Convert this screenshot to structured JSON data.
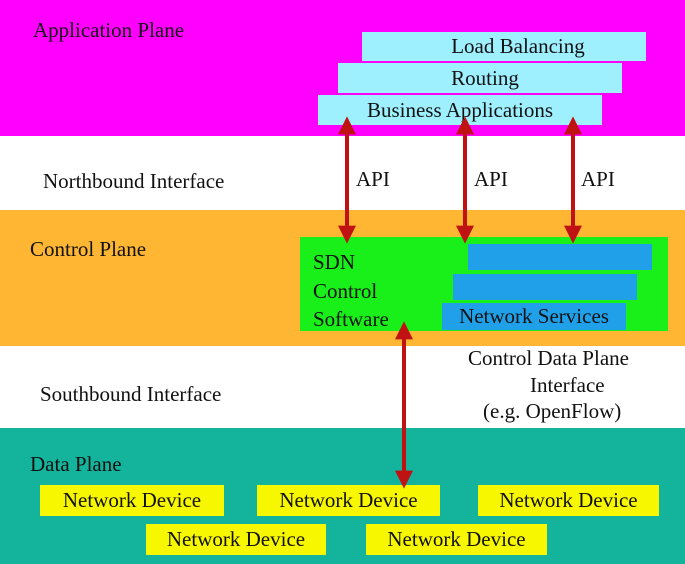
{
  "colors": {
    "application_plane": "#ff00ff",
    "control_plane": "#ffb733",
    "data_plane": "#14b39c",
    "app_box": "#9ff0ff",
    "controller": "#19ef19",
    "service": "#1fa0e8",
    "device": "#f7f700",
    "arrow": "#c01212"
  },
  "application_plane": {
    "title": "Application Plane",
    "apps": [
      "Load Balancing",
      "Routing",
      "Business Applications"
    ]
  },
  "northbound": {
    "title": "Northbound Interface",
    "api_labels": [
      "API",
      "API",
      "API"
    ]
  },
  "control_plane": {
    "title": "Control Plane",
    "controller_lines": [
      "SDN",
      "Control",
      "Software"
    ],
    "services": [
      "",
      "",
      "Network Services"
    ]
  },
  "southbound": {
    "title": "Southbound Interface",
    "cdpi_lines": [
      "Control Data Plane",
      "Interface",
      "(e.g. OpenFlow)"
    ]
  },
  "data_plane": {
    "title": "Data Plane",
    "devices": [
      "Network Device",
      "Network Device",
      "Network Device",
      "Network Device",
      "Network Device"
    ]
  }
}
